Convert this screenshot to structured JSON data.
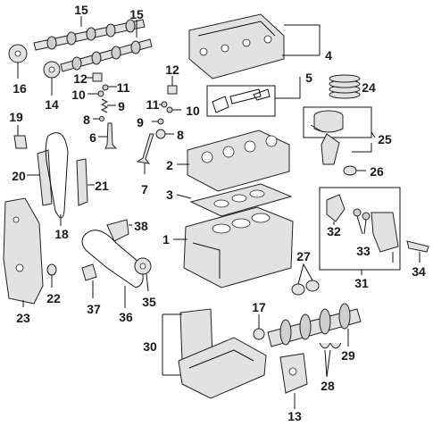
{
  "callouts": {
    "c15a": "15",
    "c15b": "15",
    "c16": "16",
    "c14": "14",
    "c12a": "12",
    "c11a": "11",
    "c10a": "10",
    "c9a": "9",
    "c8a": "8",
    "c6": "6",
    "c12b": "12",
    "c11b": "11",
    "c10b": "10",
    "c9b": "9",
    "c8b": "8",
    "c7": "7",
    "c4": "4",
    "c5": "5",
    "c24": "24",
    "c25": "25",
    "c26": "26",
    "c19": "19",
    "c20": "20",
    "c21": "21",
    "c18": "18",
    "c2": "2",
    "c3": "3",
    "c1": "1",
    "c38": "38",
    "c22": "22",
    "c23": "23",
    "c37": "37",
    "c36": "36",
    "c35": "35",
    "c32": "32",
    "c33": "33",
    "c31": "31",
    "c34": "34",
    "c27": "27",
    "c17": "17",
    "c30": "30",
    "c29": "29",
    "c28": "28",
    "c13": "13"
  }
}
